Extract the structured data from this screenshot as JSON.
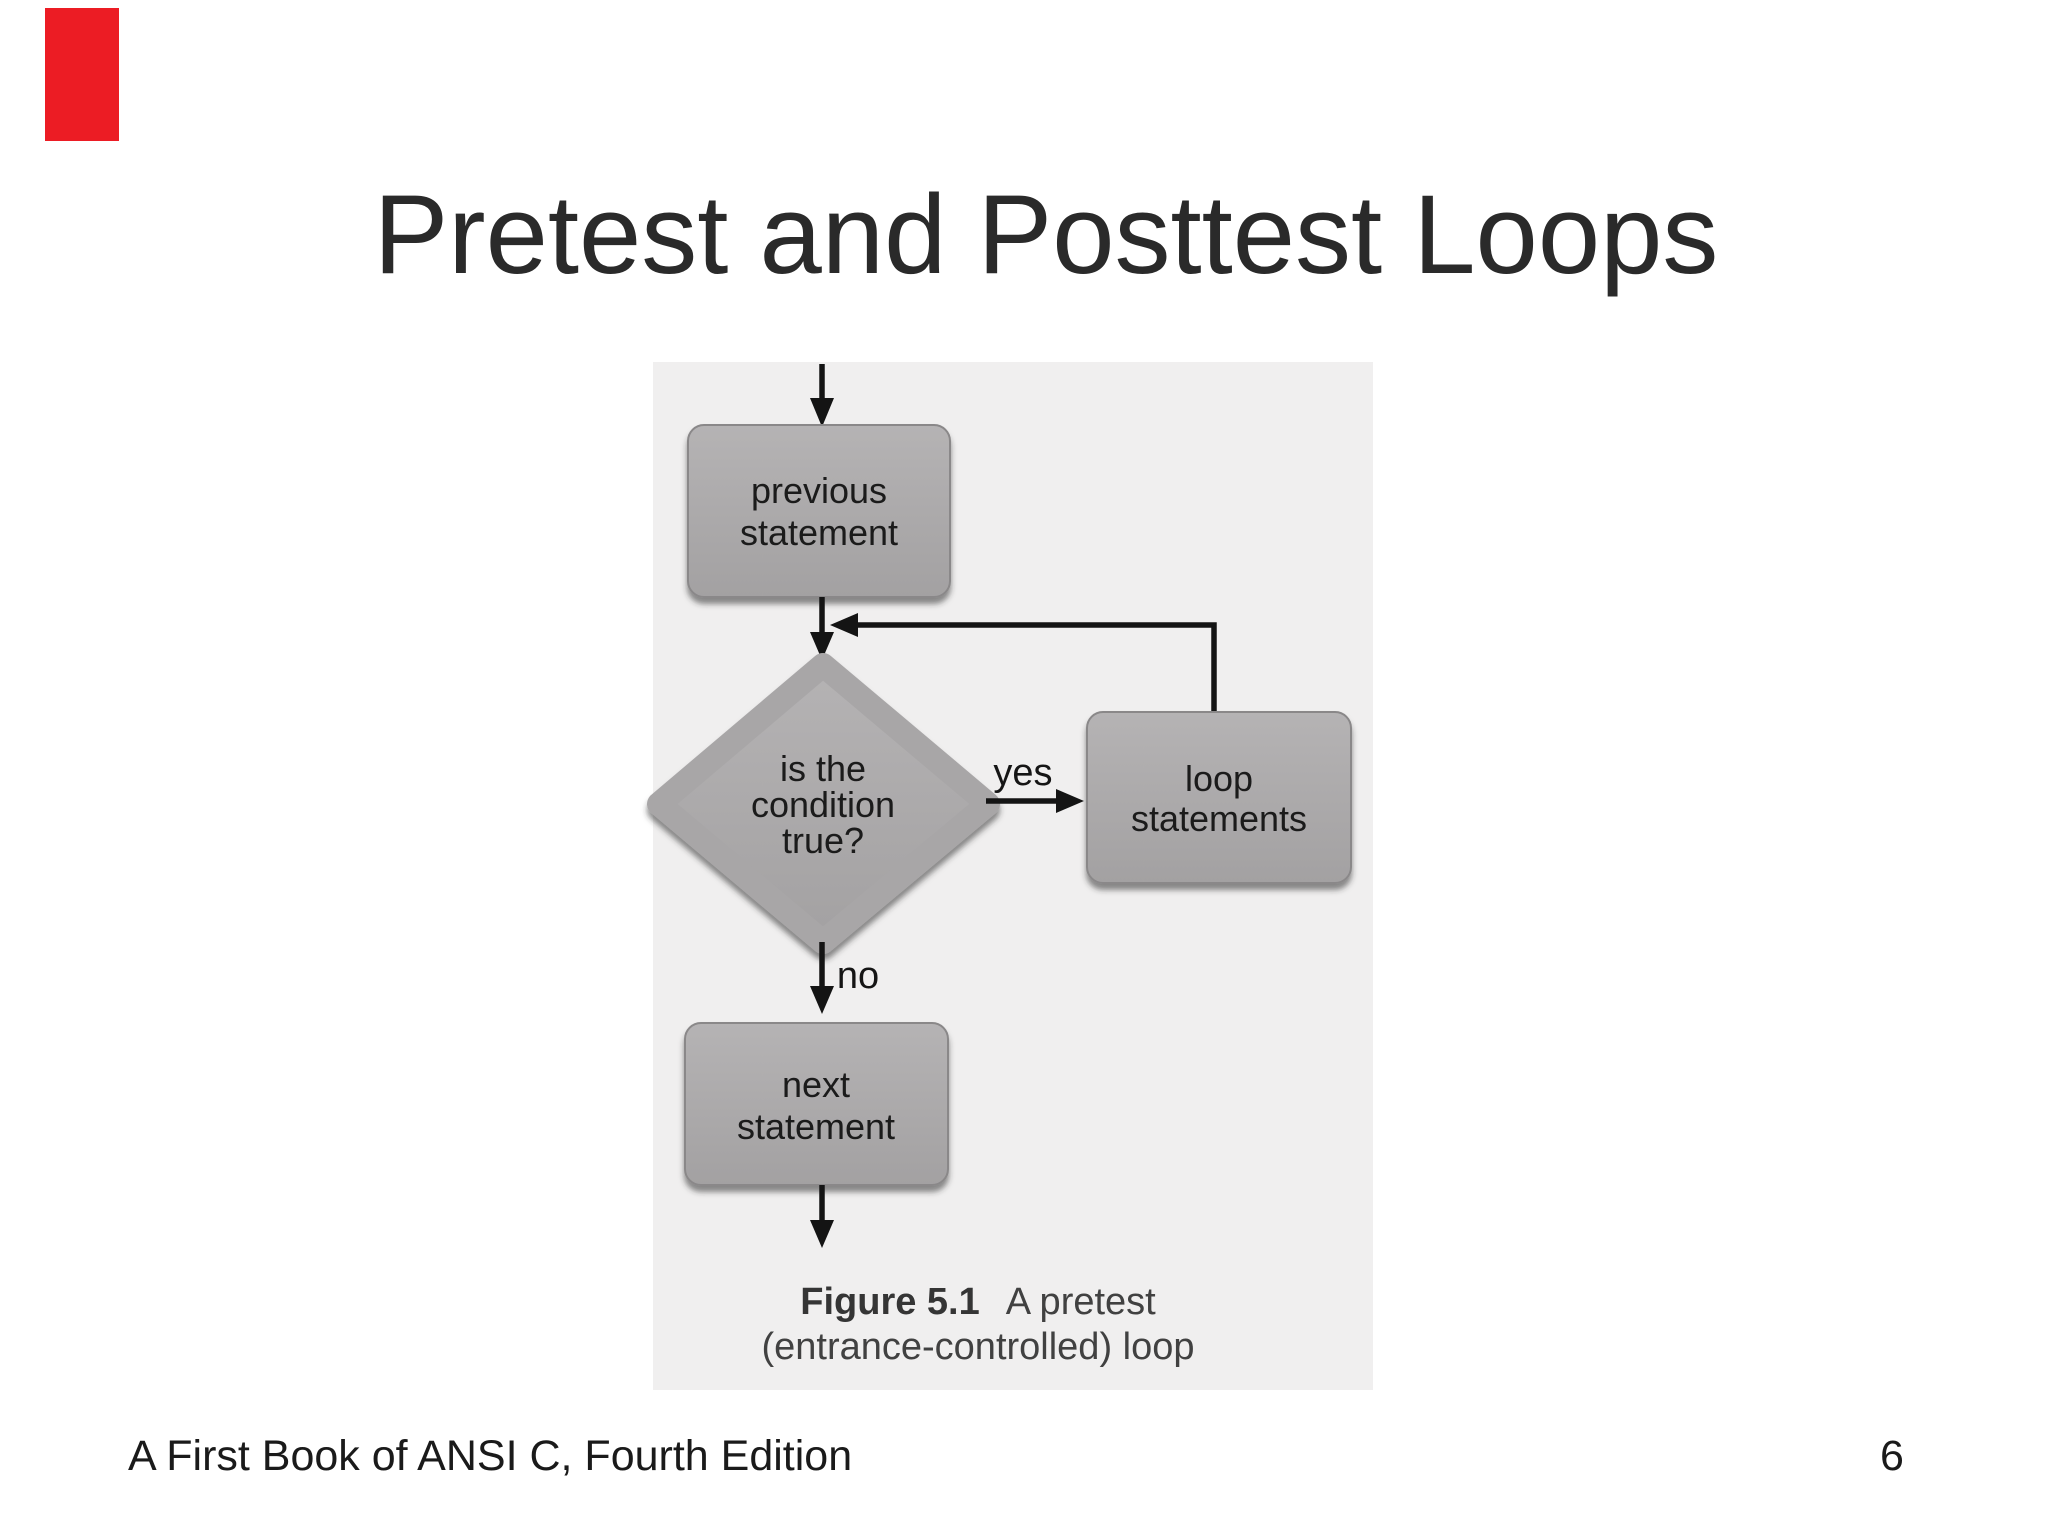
{
  "title": "Pretest and Posttest Loops",
  "flowchart": {
    "nodes": {
      "previous": {
        "line1": "previous",
        "line2": "statement"
      },
      "condition": {
        "line1": "is the",
        "line2": "condition",
        "line3": "true?"
      },
      "loop": {
        "line1": "loop",
        "line2": "statements"
      },
      "next": {
        "line1": "next",
        "line2": "statement"
      }
    },
    "labels": {
      "yes": "yes",
      "no": "no"
    }
  },
  "caption": {
    "figure_label": "Figure 5.1",
    "line1_rest": "A pretest",
    "line2": "(entrance-controlled) loop"
  },
  "footer": {
    "book": "A First Book of ANSI C, Fourth Edition",
    "page_number": "6"
  },
  "colors": {
    "accent_bar": "#ec1c24",
    "node_fill": "#a9a7a8",
    "line": "#141414",
    "panel": "#f0efef"
  }
}
